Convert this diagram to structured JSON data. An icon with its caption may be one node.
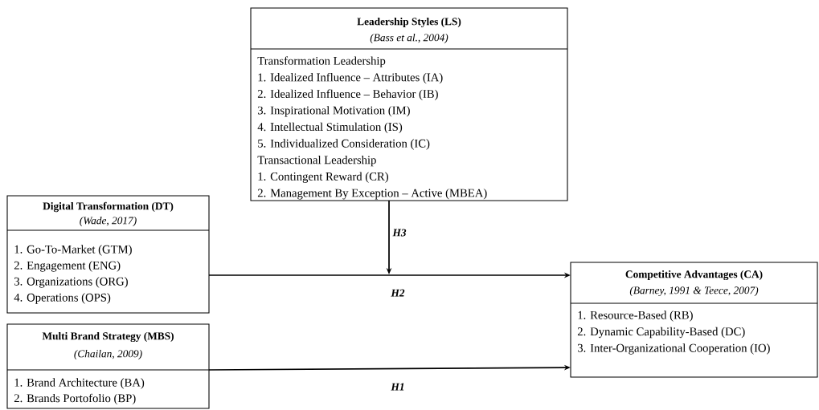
{
  "diagram": {
    "nodes": [
      {
        "text": [
          "Leadership Styles (LS)",
          "(Bass et al., 2004)",
          "Transformation Leadership",
          "1. Idealized Influence – Attributes (IA)",
          "2. Idealized Influence – Behavior (IB)",
          "3. Inspirational Motivation (IM)",
          "4. Intellectual Stimulation (IS)",
          "5. Individualized Consideration (IC)",
          "Transactional Leadership",
          "1. Contingent Reward (CR)",
          "2. Management By Exception – Active (MBEA)"
        ]
      },
      {
        "text": [
          "Digital Transformation (DT)",
          "(Wade, 2017)",
          "1. Go-To-Market (GTM)",
          "2. Engagement (ENG)",
          "3. Organizations (ORG)",
          "4. Operations (OPS)"
        ]
      },
      {
        "text": [
          "Multi Brand Strategy (MBS)",
          "(Chailan, 2009)",
          "1. Brand Architecture (BA)",
          "2. Brands Portofolio (BP)"
        ]
      },
      {
        "text": [
          "Competitive Advantages (CA)",
          "(Barney, 1991 & Teece, 2007)",
          "1. Resource-Based (RB)",
          "2. Dynamic Capability-Based (DC)",
          "3. Inter-Organizational Cooperation (IO)"
        ]
      }
    ],
    "edges": [
      {
        "from": 1,
        "to": 3,
        "arrow": "to",
        "label": "H2"
      },
      {
        "from": 2,
        "to": 3,
        "arrow": "to",
        "label": "H1"
      },
      {
        "from": 0,
        "to": null,
        "arrow": "to",
        "label": "H3"
      }
    ]
  }
}
